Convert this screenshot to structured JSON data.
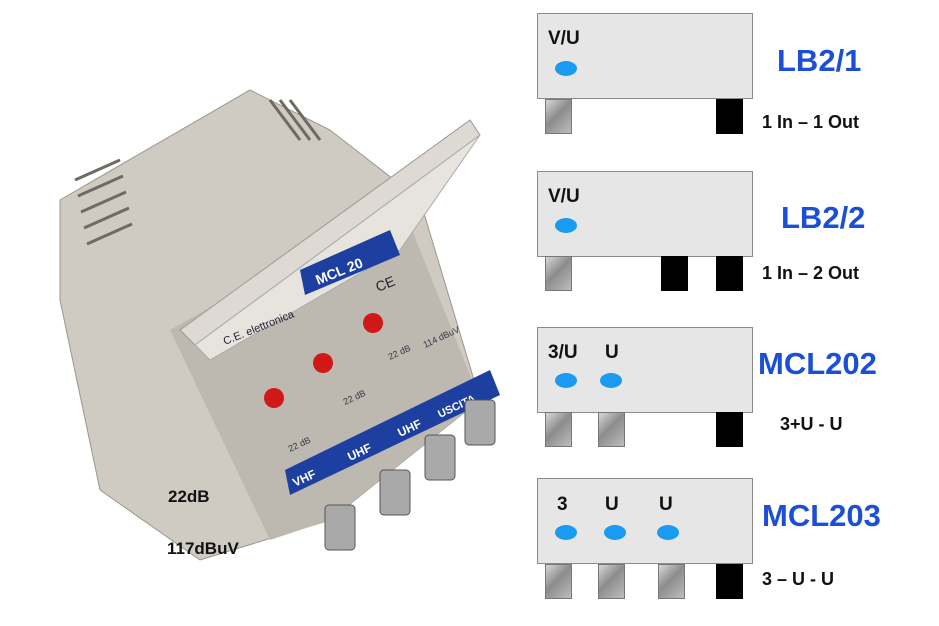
{
  "photo": {
    "brand": "C.E. elettronica",
    "model": "MCL 20",
    "ce_mark": "CE",
    "inputs": [
      "VHF",
      "UHF",
      "UHF"
    ],
    "gain_labels": [
      "22 dB",
      "22 dB",
      "22 dB"
    ],
    "output_label": "USCITA",
    "output_level": "114 dBuV"
  },
  "specs": {
    "gain": "22dB",
    "level": "117dBuV"
  },
  "models": [
    {
      "name": "LB2/1",
      "caption": "1 In – 1 Out",
      "inputs": [
        "V/U"
      ],
      "outputs": 1
    },
    {
      "name": "LB2/2",
      "caption": "1 In – 2 Out",
      "inputs": [
        "V/U"
      ],
      "outputs": 2
    },
    {
      "name": "MCL202",
      "caption": "3+U - U",
      "inputs": [
        "3/U",
        "U"
      ],
      "outputs": 1
    },
    {
      "name": "MCL203",
      "caption": "3 – U - U",
      "inputs": [
        "3",
        "U",
        "U"
      ],
      "outputs": 1
    }
  ],
  "colors": {
    "model_label": "#1a4fd6",
    "dot": "#1a9af0",
    "box": "#e6e6e6"
  }
}
